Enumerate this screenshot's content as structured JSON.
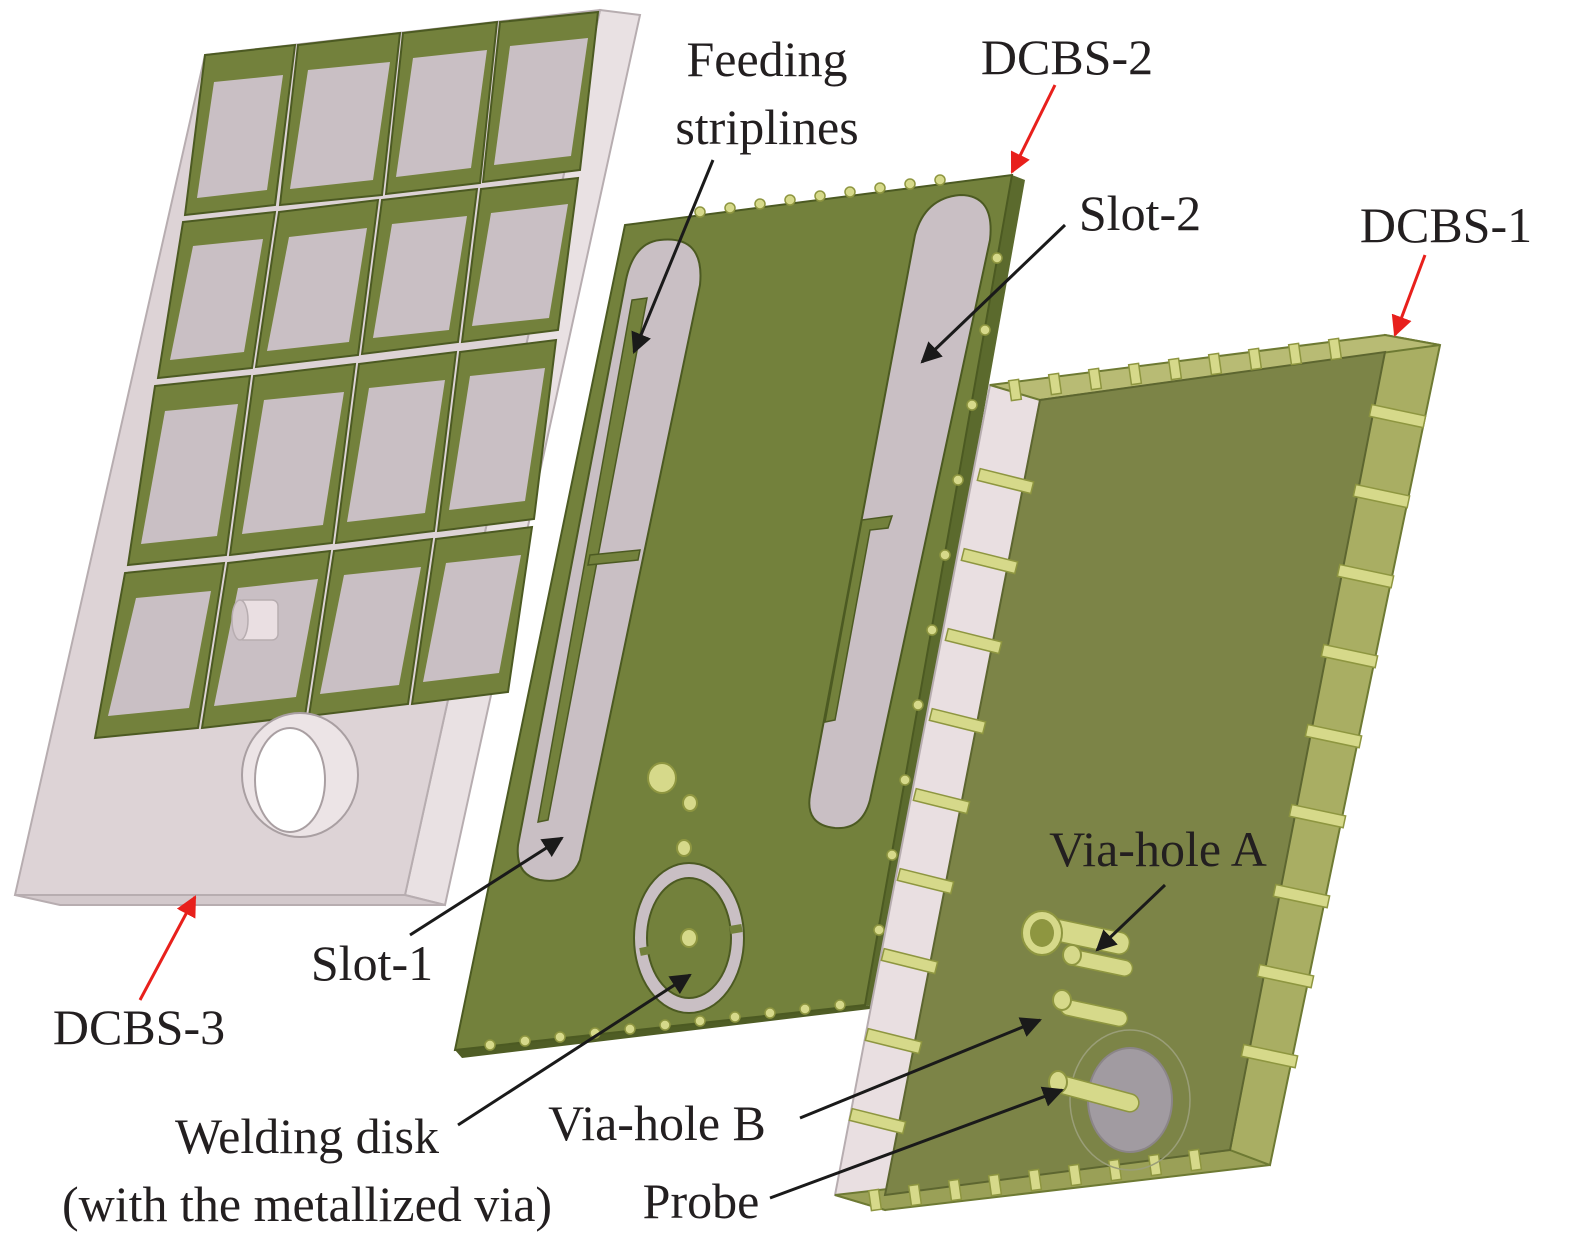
{
  "labels": {
    "feeding_line1": "Feeding",
    "feeding_line2": "striplines",
    "dcbs2": "DCBS-2",
    "slot2": "Slot-2",
    "dcbs1": "DCBS-1",
    "via_hole_a": "Via-hole A",
    "slot1": "Slot-1",
    "dcbs3": "DCBS-3",
    "welding_line1": "Welding disk",
    "welding_line2": "(with the metallized via)",
    "via_hole_b": "Via-hole B",
    "probe": "Probe"
  },
  "colors": {
    "board_green": "#73813c",
    "board_green_dark": "#5b6a2d",
    "substrate": "#ddd3d6",
    "substrate_edge": "#c9bfc2",
    "slot_fill": "#c9bfc4",
    "pin_yellow": "#d6d98a",
    "label_arrow_red": "#e8201c",
    "label_arrow_black": "#1a1a1a",
    "text": "#231f20"
  }
}
